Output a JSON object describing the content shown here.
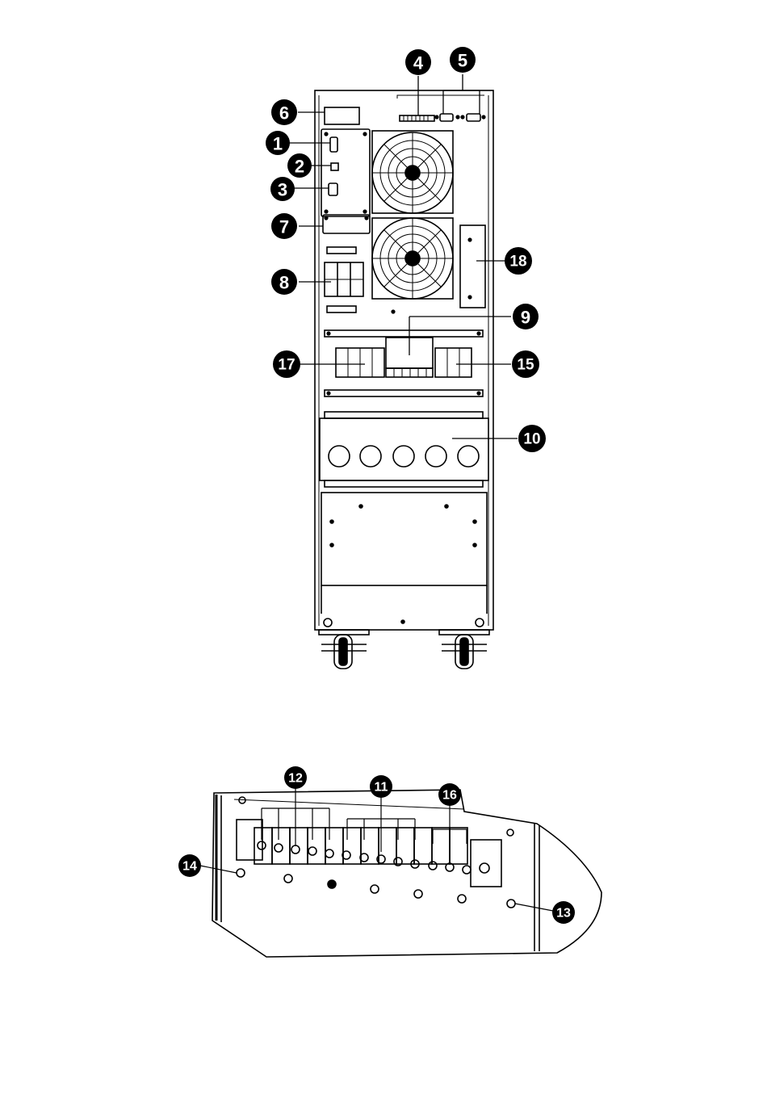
{
  "colors": {
    "line": "#000000",
    "background": "#ffffff",
    "badge": "#000000",
    "badge_text": "#ffffff"
  },
  "callouts_rear_view": [
    "1",
    "2",
    "3",
    "4",
    "5",
    "6",
    "7",
    "8",
    "9",
    "10",
    "15",
    "17",
    "18"
  ],
  "callouts_terminal_block": [
    "11",
    "12",
    "13",
    "14",
    "16"
  ]
}
